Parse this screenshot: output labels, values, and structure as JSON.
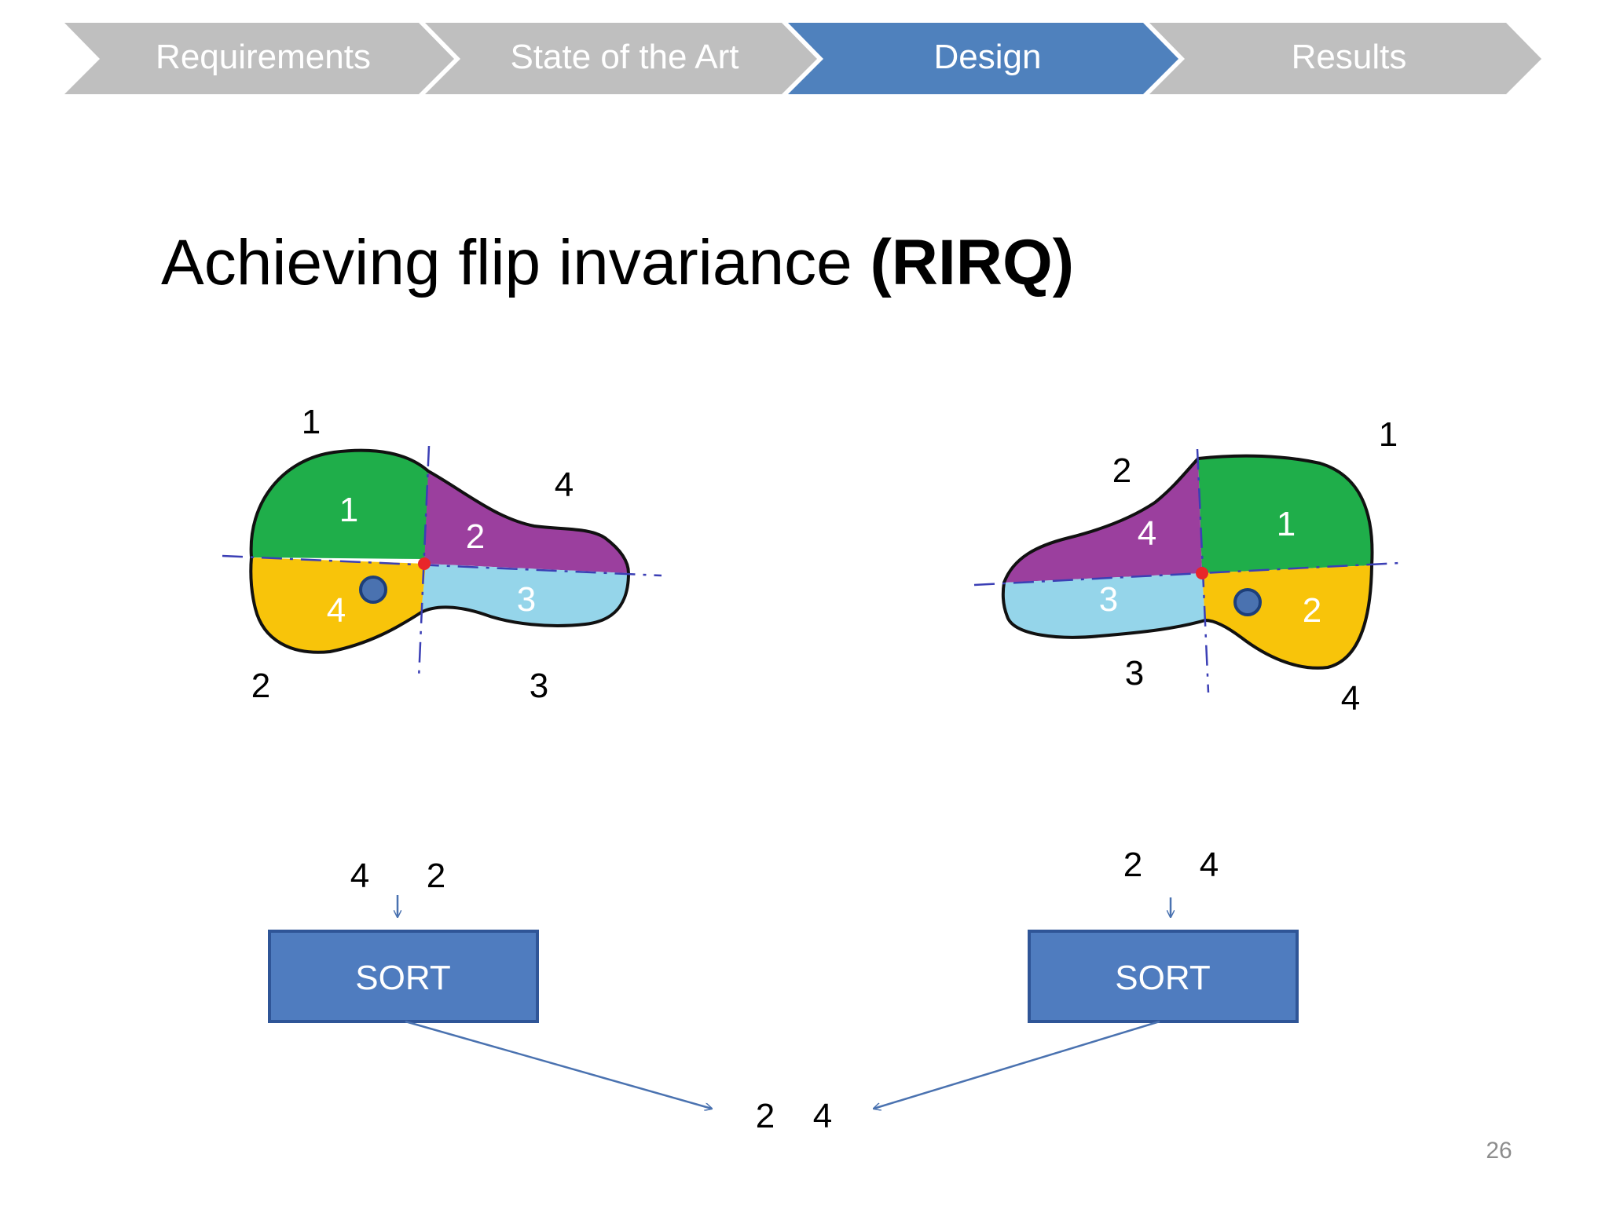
{
  "breadcrumb": {
    "steps": [
      {
        "label": "Requirements",
        "active": false
      },
      {
        "label": "State of the Art",
        "active": false
      },
      {
        "label": "Design",
        "active": true
      },
      {
        "label": "Results",
        "active": false
      }
    ]
  },
  "title": {
    "plain": "Achieving flip invariance ",
    "bold": "(RIRQ)"
  },
  "colors": {
    "inactive_step": "#bfbfbf",
    "active_step": "#4f81bd",
    "green": "#1fae4a",
    "purple": "#9b3f9e",
    "light_blue": "#95d5ea",
    "yellow": "#f8c40a",
    "sort_box": "#4f7cbf",
    "sort_box_border": "#2f5597",
    "arrow": "#4a72b0",
    "red_dot": "#e8262a"
  },
  "left_shape": {
    "quadrant_axes": [
      "1",
      "4",
      "2",
      "3"
    ],
    "region_labels": [
      "1",
      "2",
      "3",
      "4"
    ],
    "input_pair": [
      "4",
      "2"
    ],
    "sort_label": "SORT"
  },
  "right_shape": {
    "quadrant_axes": [
      "2",
      "1",
      "3",
      "4"
    ],
    "region_labels": [
      "4",
      "1",
      "3",
      "2"
    ],
    "input_pair": [
      "2",
      "4"
    ],
    "sort_label": "SORT"
  },
  "result": [
    "2",
    "4"
  ],
  "page_number": "26"
}
